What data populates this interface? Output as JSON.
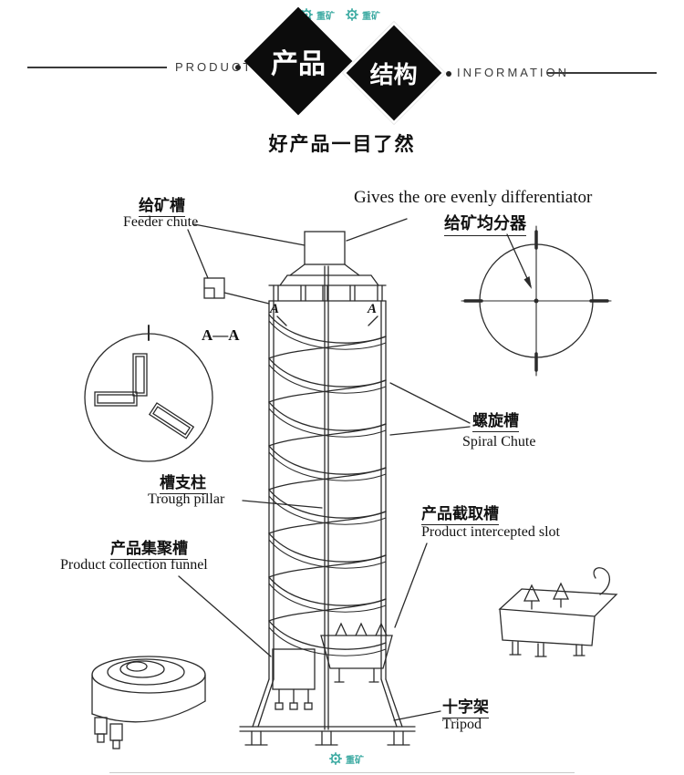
{
  "header": {
    "left_tagline": "PRODUCT",
    "right_tagline": "INFORMATION",
    "diamond_primary": "产品",
    "diamond_secondary": "结构",
    "subtitle": "好产品一目了然"
  },
  "watermark": {
    "brand": "重矿"
  },
  "diagram": {
    "labels": {
      "feeder_chute": {
        "cn": "给矿槽",
        "en": "Feeder chute"
      },
      "differentiator": {
        "cn": "给矿均分器",
        "en": "Gives the ore evenly differentiator"
      },
      "section_view": "A—A",
      "cut_mark_left": "A",
      "cut_mark_right": "A",
      "spiral_chute": {
        "cn": "螺旋槽",
        "en": "Spiral Chute"
      },
      "trough_pillar": {
        "cn": "槽支柱",
        "en": "Trough pillar"
      },
      "intercepted_slot": {
        "cn": "产品截取槽",
        "en": "Product intercepted slot"
      },
      "collection_funnel": {
        "cn": "产品集聚槽",
        "en": "Product collection funnel"
      },
      "tripod": {
        "cn": "十字架",
        "en": "Tripod"
      }
    }
  },
  "colors": {
    "line_ink": "#2b2b2b",
    "accent_teal": "#2ba39a"
  }
}
